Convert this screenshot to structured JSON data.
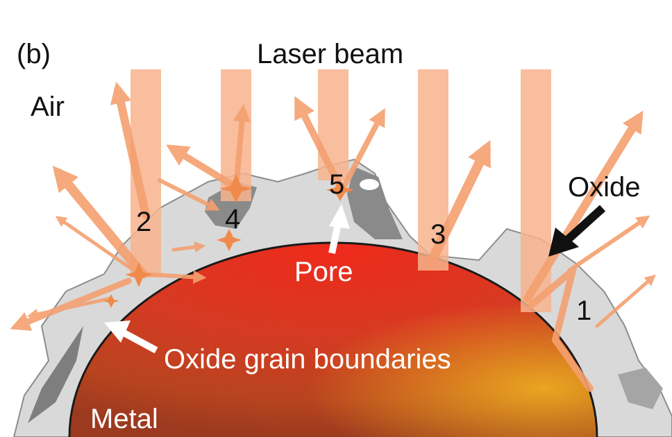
{
  "panel_label": "(b)",
  "labels": {
    "laser_beam": "Laser beam",
    "air": "Air",
    "oxide": "Oxide",
    "pore": "Pore",
    "grain_boundaries": "Oxide grain boundaries",
    "metal": "Metal"
  },
  "markers": [
    "1",
    "2",
    "3",
    "4",
    "5"
  ],
  "colors": {
    "beam": "#f7b38c",
    "beam_arrow": "#f4a070",
    "oxide": "#d9d9d9",
    "oxide_dark": "#8a8a8a",
    "metal_core": "#e8231a",
    "metal_edge": "#b8441f",
    "metal_glow": "#f0b020",
    "pointer_dark": "#111111",
    "pointer_light": "#ffffff"
  },
  "icons": [
    "arrow-icon",
    "spark-icon"
  ]
}
